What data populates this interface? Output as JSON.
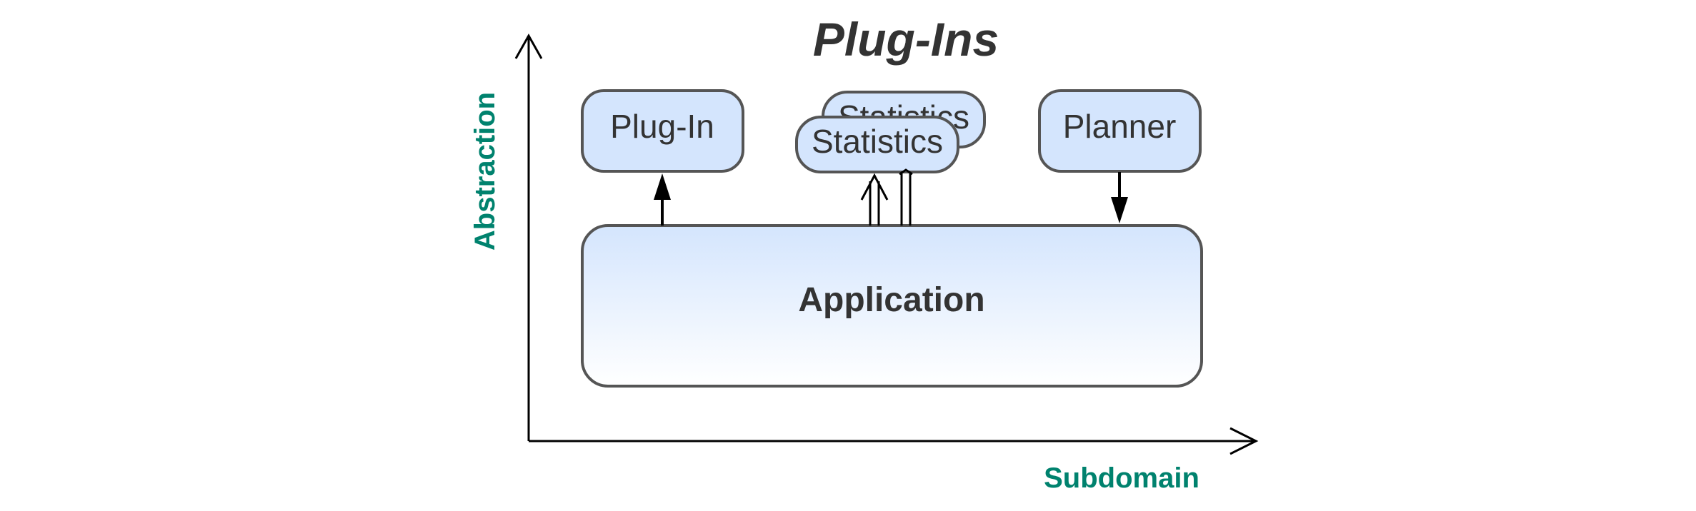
{
  "diagram": {
    "title": "Plug-Ins",
    "x_axis_label": "Subdomain",
    "y_axis_label": "Abstraction",
    "nodes": {
      "plugin": "Plug-In",
      "statistics_back": "Statistics",
      "statistics_front": "Statistics",
      "planner": "Planner",
      "application": "Application"
    }
  },
  "colors": {
    "axis_label": "#00826e",
    "text": "#333333",
    "box_fill": "#d4e5fd",
    "box_stroke": "#555555",
    "arrow": "#000000"
  }
}
